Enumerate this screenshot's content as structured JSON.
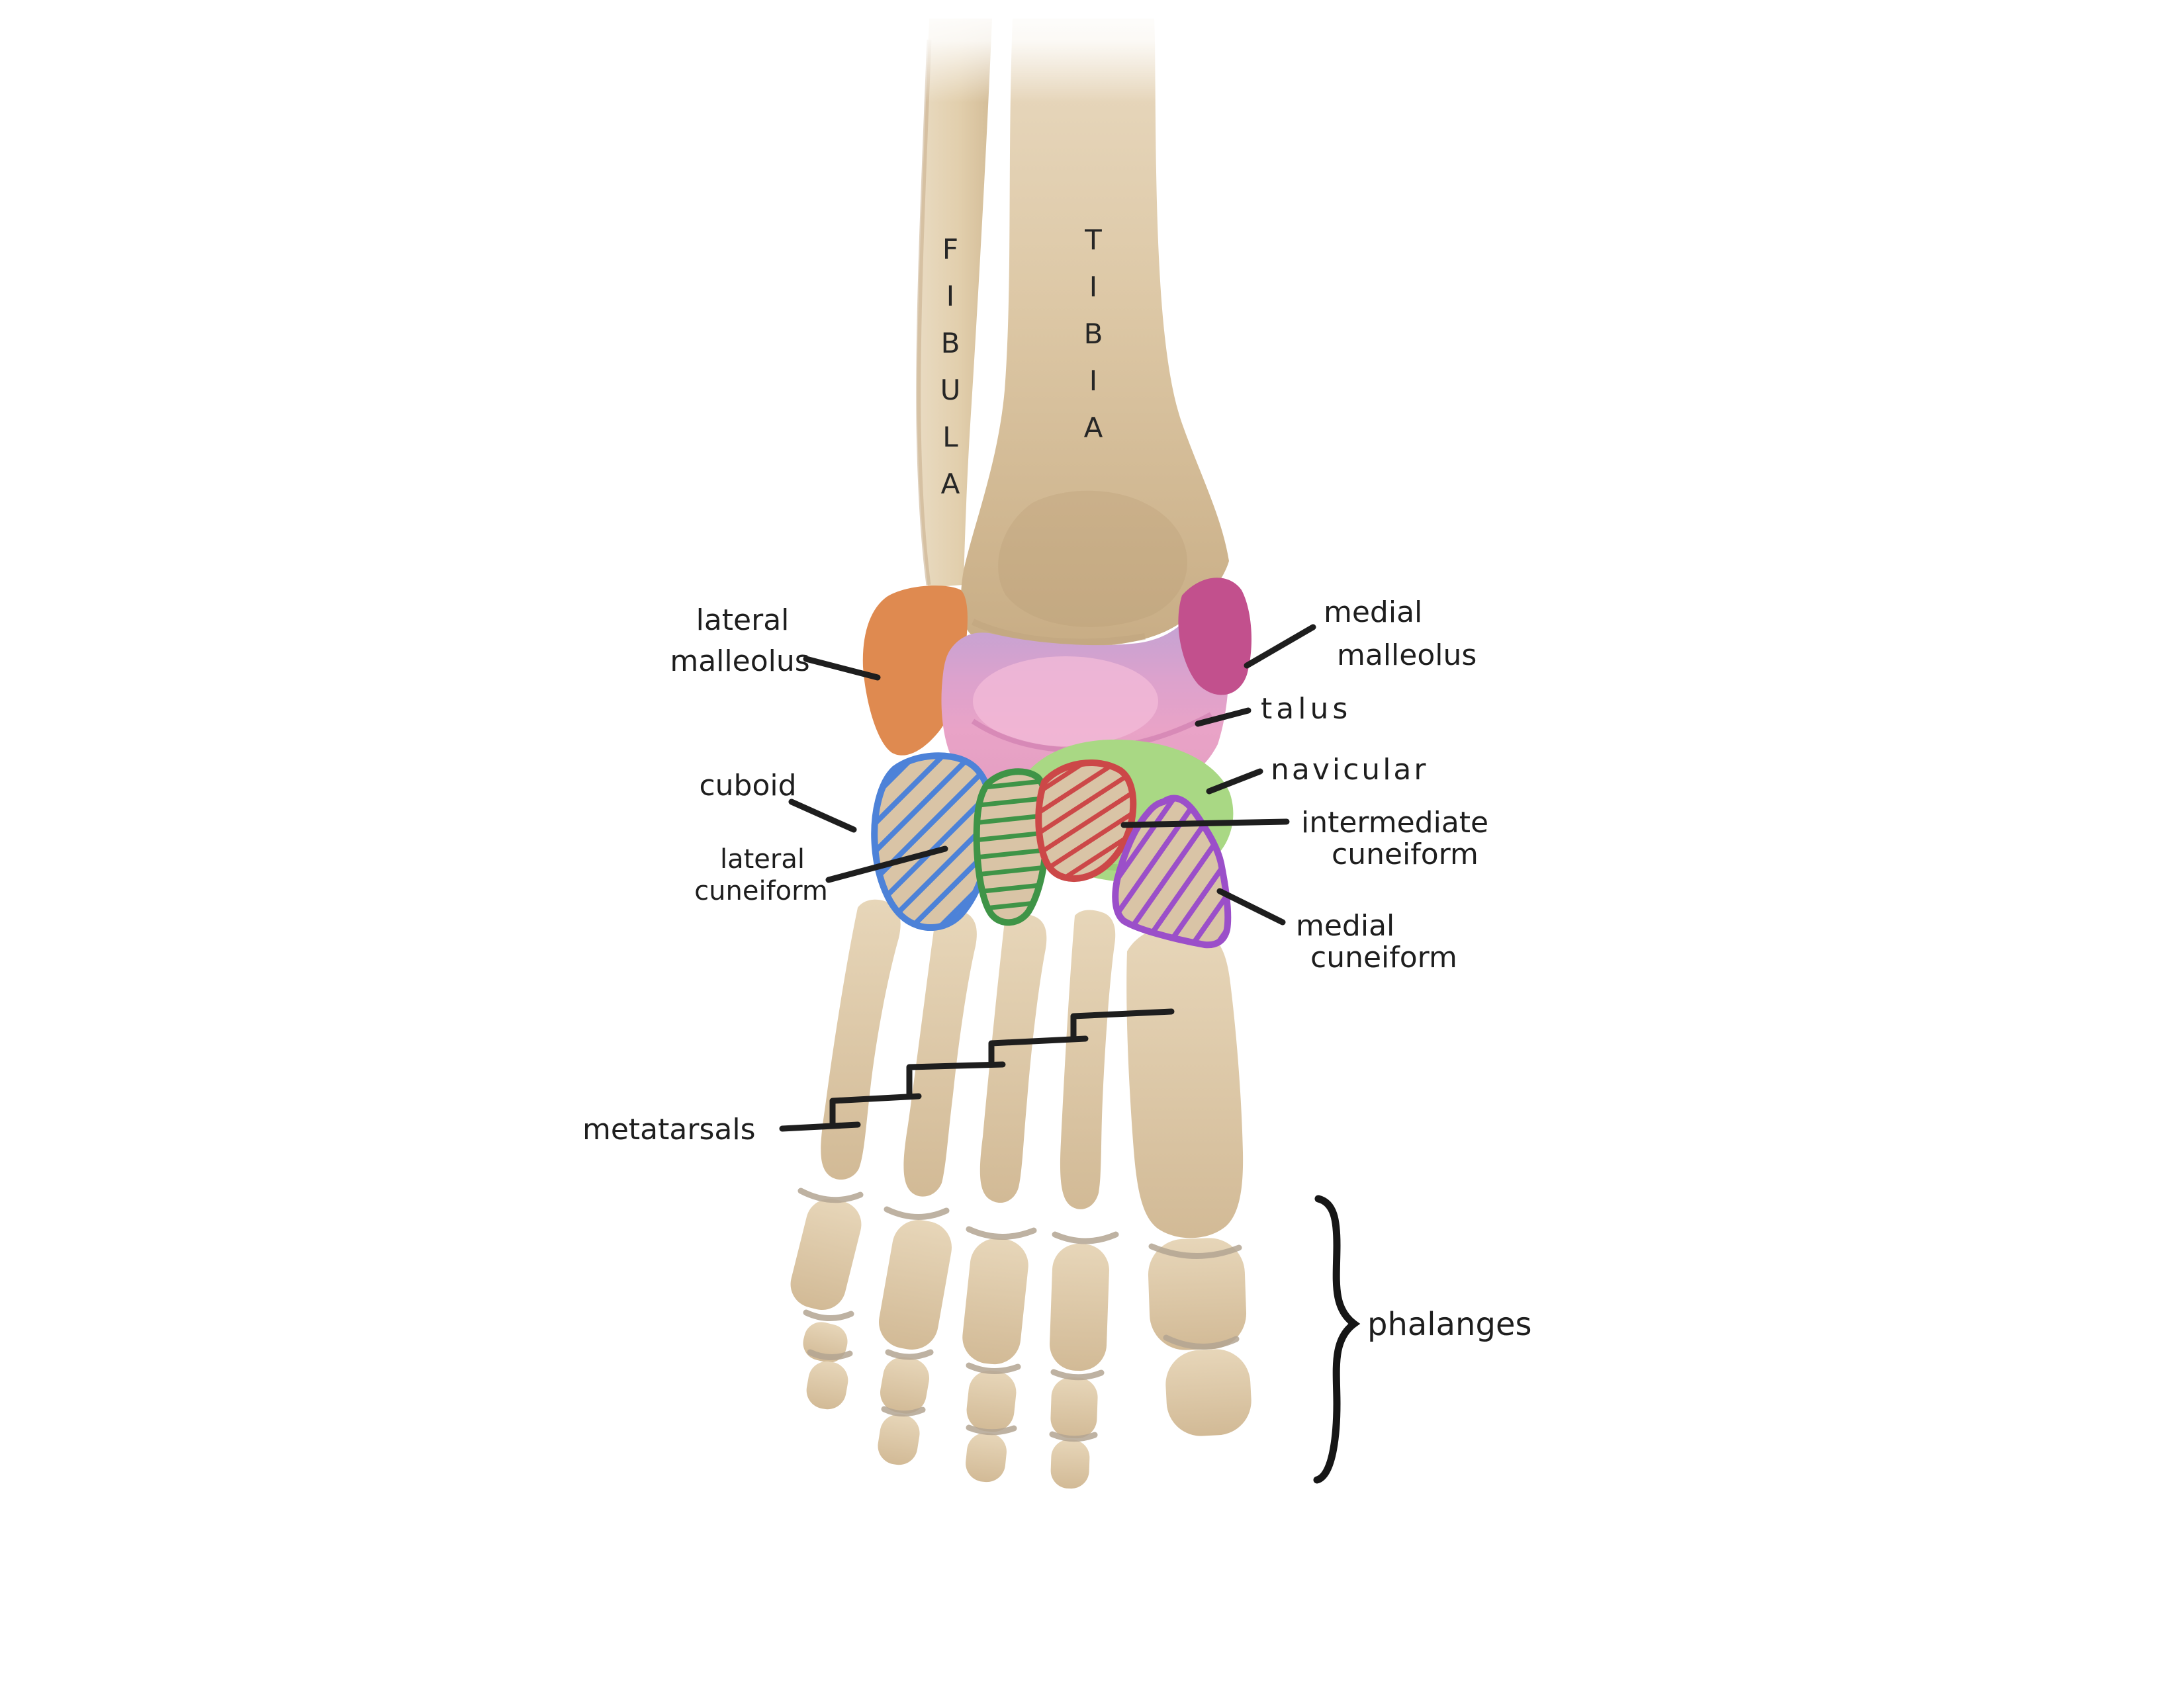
{
  "figure": {
    "type": "anatomical-diagram",
    "subject": "Front view of the bones of the lower leg, ankle and foot with labeled tarsal bones",
    "background": "#ffffff"
  },
  "bone_texts": {
    "fibula": "FIBULA",
    "tibia": "TIBIA"
  },
  "labels": {
    "lateral_malleolus": {
      "line1": "lateral",
      "line2": "malleolus"
    },
    "cuboid": {
      "line1": "cuboid"
    },
    "lateral_cuneiform": {
      "line1": "lateral",
      "line2": "cuneiform"
    },
    "metatarsals": {
      "line1": "metatarsals"
    },
    "medial_malleolus": {
      "line1": "medial",
      "line2": "malleolus"
    },
    "talus": {
      "line1": "talus"
    },
    "navicular": {
      "line1": "navicular"
    },
    "intermediate_cuneiform": {
      "line1": "intermediate",
      "line2": "cuneiform"
    },
    "medial_cuneiform": {
      "line1": "medial",
      "line2": "cuneiform"
    },
    "phalanges": {
      "line1": "phalanges"
    }
  },
  "colors": {
    "ink": "#1e1e1e",
    "bone": "#dcc7a7",
    "bone_shadow": "#c3a987",
    "joint_gray": "#b3a492",
    "lateral_malleolus": "#df8a50",
    "medial_malleolus": "#c2508d",
    "talus": "#e9a3c7",
    "talus_upper": "#c2a3d3",
    "navicular": "#a9d884",
    "cuboid_outline": "#4d82d8",
    "lateral_cuneiform_outline": "#3f9447",
    "intermediate_cuneiform_outline": "#cc4848",
    "medial_cuneiform_outline": "#9b4fc9"
  }
}
